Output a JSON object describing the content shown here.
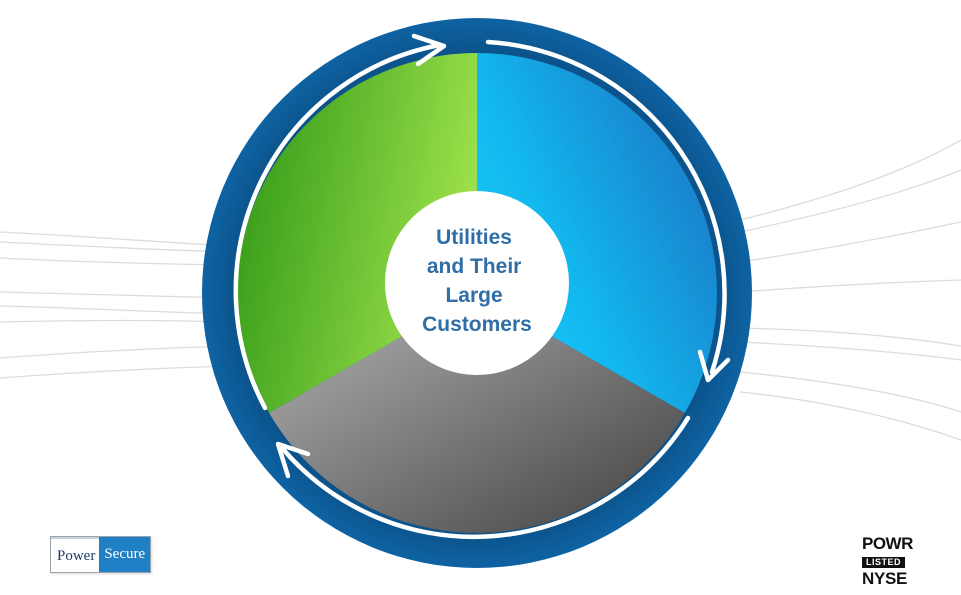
{
  "diagram": {
    "center_label_lines": [
      "Utilities",
      "and Their",
      "Large",
      "Customers"
    ],
    "segments": [
      {
        "name": "green-segment",
        "color": "#5bb832"
      },
      {
        "name": "blue-segment",
        "color": "#1aa6e6"
      },
      {
        "name": "gray-segment",
        "color": "#8a8a8a"
      }
    ],
    "ring_color": "#0e5a94",
    "arrow_color": "#ffffff",
    "center_label_color": "#2f6ea6"
  },
  "logos": {
    "company_part1": "Power",
    "company_part2": "Secure",
    "ticker": "POWR",
    "listed": "LISTED",
    "exchange": "NYSE"
  }
}
